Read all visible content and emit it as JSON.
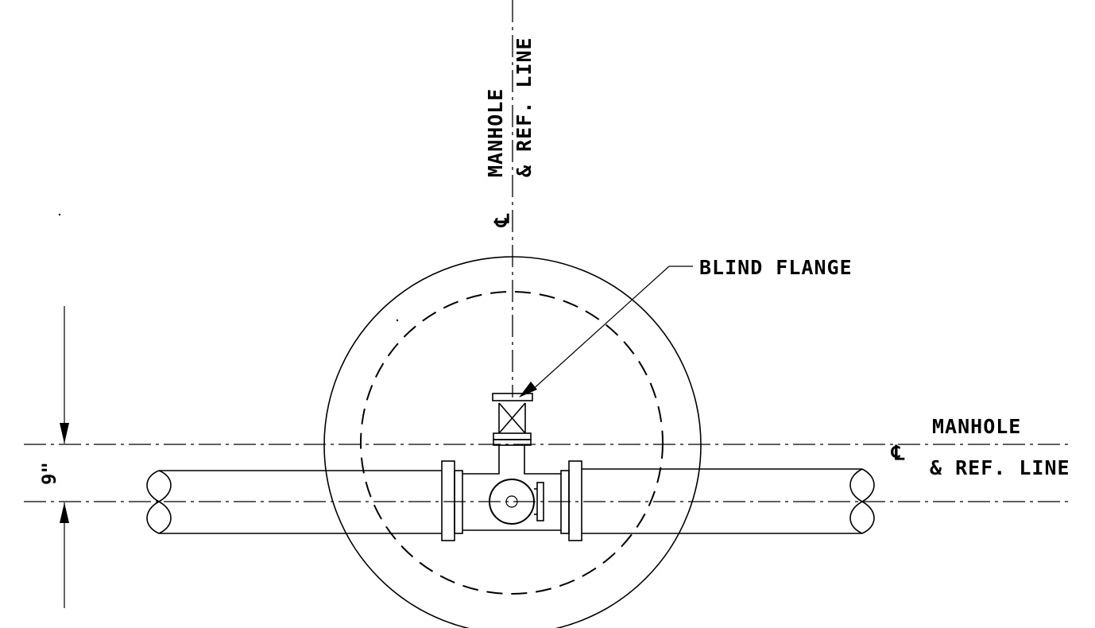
{
  "labels": {
    "vertical_centerline": {
      "symbol": "℄",
      "line1": "MANHOLE",
      "line2": "& REF. LINE"
    },
    "blind_flange": "BLIND FLANGE",
    "horizontal_centerline": {
      "symbol": "℄",
      "line1": "MANHOLE",
      "line2": "& REF. LINE"
    },
    "dimension": "9\""
  }
}
